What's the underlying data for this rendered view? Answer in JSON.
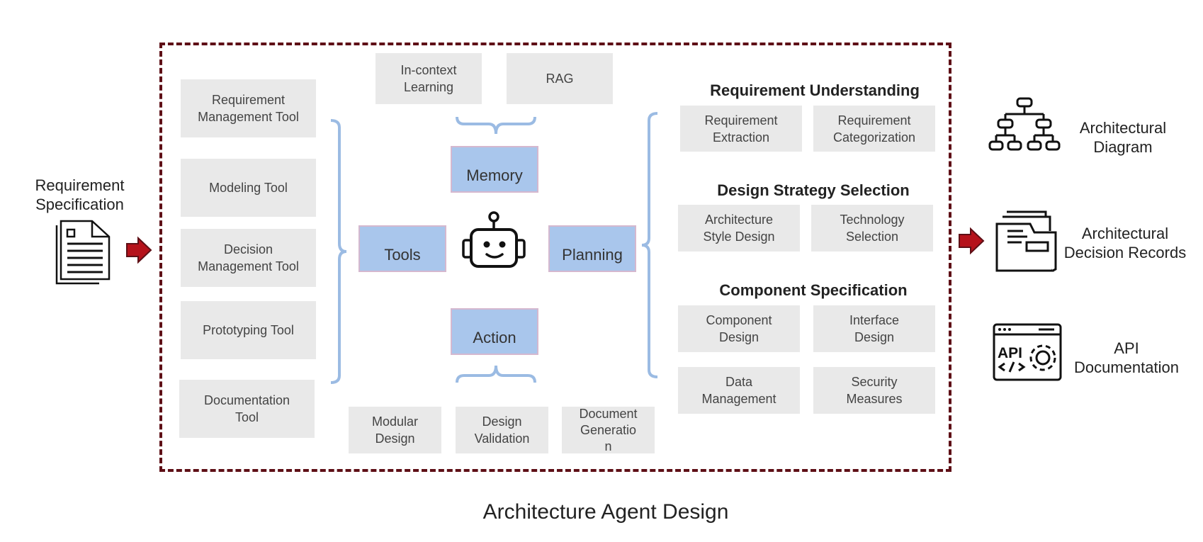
{
  "title": "Architecture Agent Design",
  "input": {
    "label": "Requirement\nSpecification",
    "icon": "document-icon"
  },
  "tools_list": [
    "Requirement\nManagement Tool",
    "Modeling Tool",
    "Decision\nManagement Tool",
    "Prototyping Tool",
    "Documentation\nTool"
  ],
  "memory_items": [
    "In-context\nLearning",
    "RAG"
  ],
  "core": {
    "memory": "Memory",
    "tools": "Tools",
    "planning": "Planning",
    "action": "Action",
    "agent_icon": "robot-icon"
  },
  "action_items": [
    "Modular\nDesign",
    "Design\nValidation",
    "Document\nGeneratio\nn"
  ],
  "planning": {
    "sections": [
      {
        "heading": "Requirement Understanding",
        "items": [
          "Requirement\nExtraction",
          "Requirement\nCategorization"
        ]
      },
      {
        "heading": "Design Strategy Selection",
        "items": [
          "Architecture\nStyle Design",
          "Technology\nSelection"
        ]
      },
      {
        "heading": "Component Specification",
        "items": [
          "Component\nDesign",
          "Interface\nDesign",
          "Data\nManagement",
          "Security\nMeasures"
        ]
      }
    ]
  },
  "outputs": [
    {
      "label": "Architectural\nDiagram",
      "icon": "hierarchy-diagram-icon"
    },
    {
      "label": "Architectural\nDecision Records",
      "icon": "folder-icon"
    },
    {
      "label": "API\nDocumentation",
      "icon": "api-settings-icon"
    }
  ],
  "colors": {
    "frame": "#5e0f16",
    "arrow": "#b5121b",
    "core_fill": "#a9c6ec",
    "brace": "#9bbbe3",
    "box_fill": "#e9e9e9"
  }
}
